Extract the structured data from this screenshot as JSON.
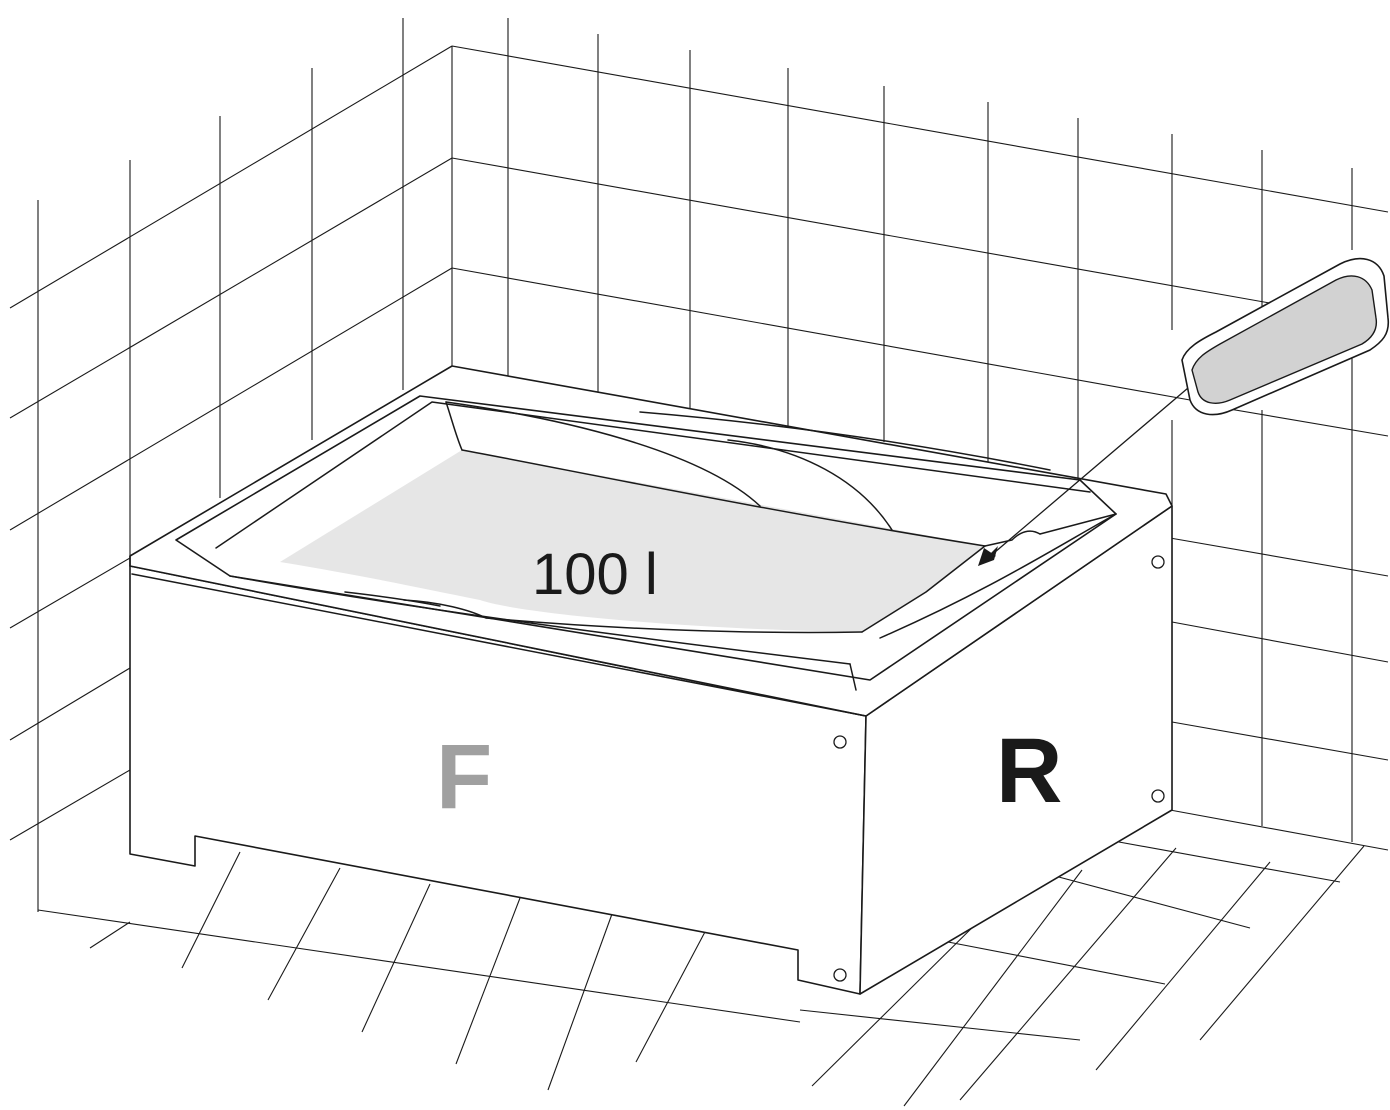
{
  "labels": {
    "volume": "100 l",
    "front": "F",
    "rear": "R"
  },
  "colors": {
    "line": "#1a1a1a",
    "water": "#e6e6e6",
    "headrest_fill": "#d2d2d2",
    "front_label": "#a0a0a0",
    "rear_label": "#1a1a1a",
    "background": "#ffffff"
  },
  "icons": {
    "headrest": "bath-headrest-pillow",
    "pointer": "arrow-pointer"
  }
}
